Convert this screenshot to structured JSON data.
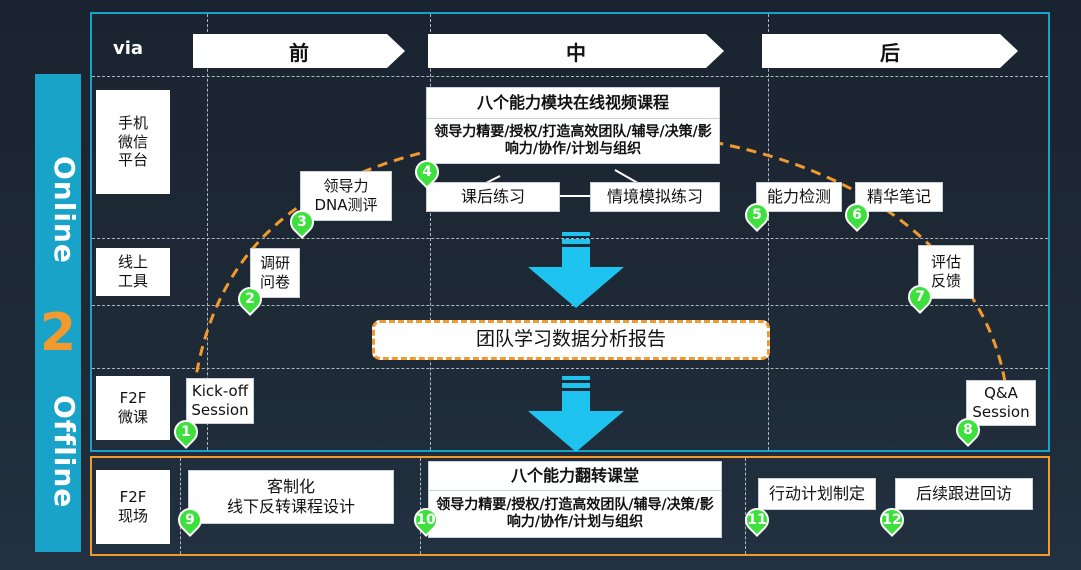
{
  "side": {
    "online": "Online",
    "two": "2",
    "offline": "Offline"
  },
  "header": {
    "via": "via",
    "phases": [
      "前",
      "中",
      "后"
    ]
  },
  "rows": {
    "mobile": "手机\n微信\n平台",
    "online_tools": "线上\n工具",
    "f2f_micro": "F2F\n微课",
    "f2f_onsite": "F2F\n现场"
  },
  "online": {
    "modules_title": "八个能力模块在线视频课程",
    "modules_desc": "领导力精要/授权/打造高效团队/辅导/决策/影响力/协作/计划与组织",
    "practice_after": "课后练习",
    "scenario_practice": "情境模拟练习",
    "dna_test": "领导力\nDNA测评",
    "survey": "调研\n问卷",
    "ability_test": "能力检测",
    "notes": "精华笔记",
    "feedback": "评估\n反馈",
    "kickoff": "Kick-off\nSession",
    "qa": "Q&A\nSession"
  },
  "report": "团队学习数据分析报告",
  "offline": {
    "custom": "客制化\n线下反转课程设计",
    "flip_title": "八个能力翻转课堂",
    "flip_desc": "领导力精要/授权/打造高效团队/辅导/决策/影响力/协作/计划与组织",
    "action_plan": "行动计划制定",
    "follow_up": "后续跟进回访"
  },
  "badges": [
    "1",
    "2",
    "3",
    "4",
    "5",
    "6",
    "7",
    "8",
    "9",
    "10",
    "11",
    "12"
  ],
  "colors": {
    "accent_blue": "#1aa3c8",
    "accent_orange": "#f29a2e",
    "badge_green": "#3ee03e"
  }
}
